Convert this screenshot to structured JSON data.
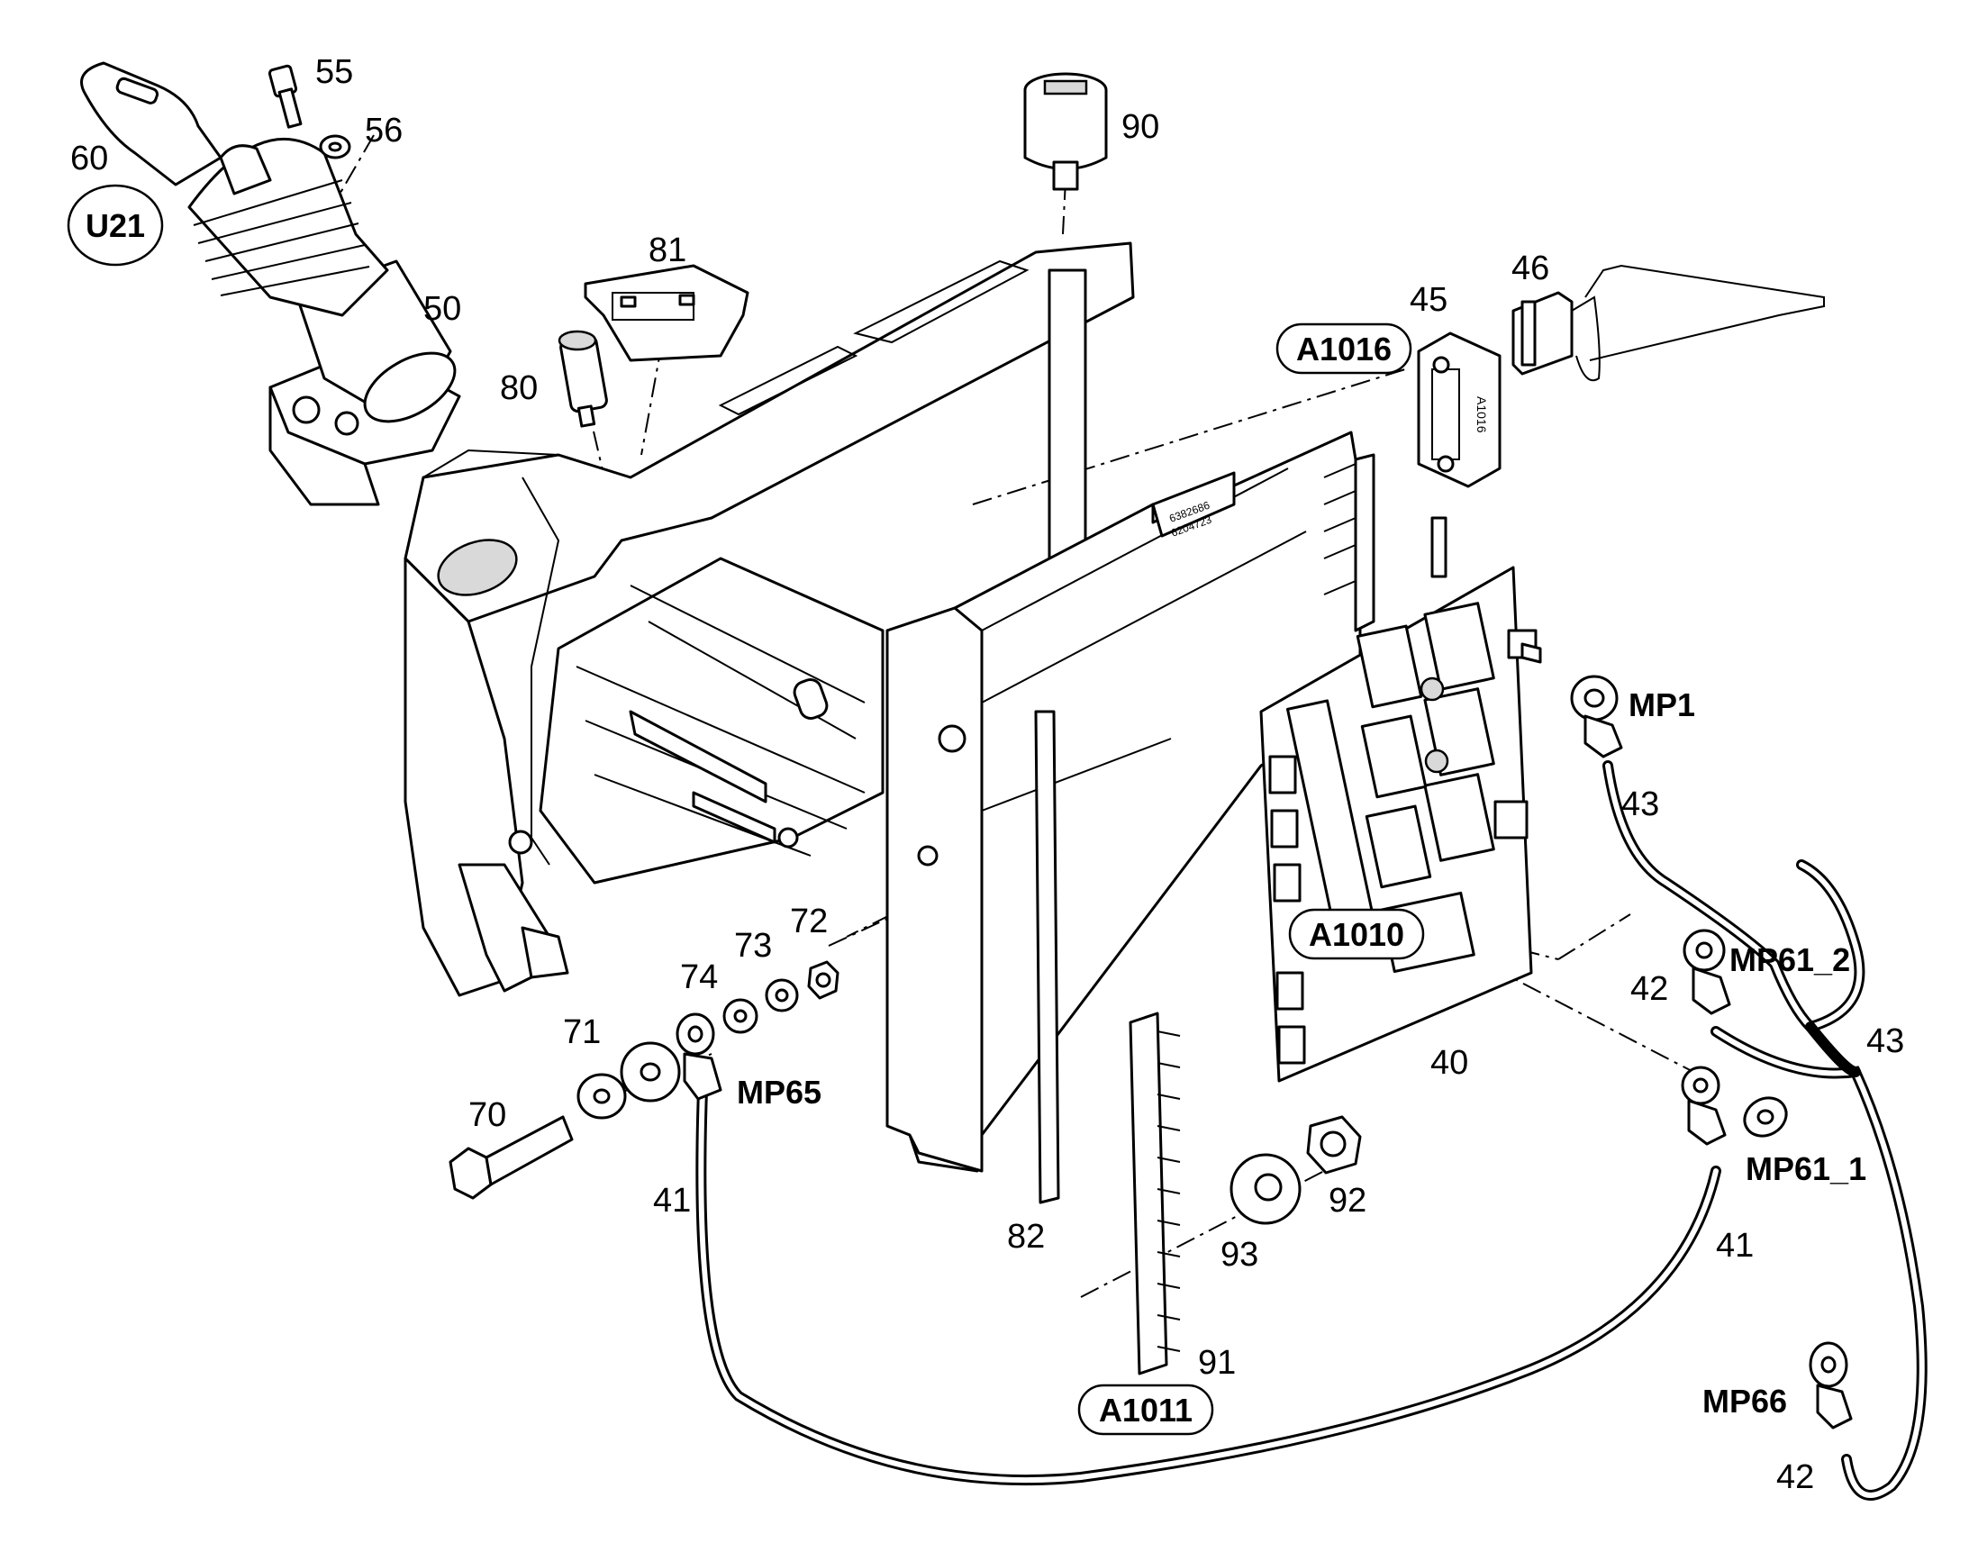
{
  "parts": {
    "p40": "40",
    "p41a": "41",
    "p41b": "41",
    "p42a": "42",
    "p42b": "42",
    "p43a": "43",
    "p43b": "43",
    "p45": "45",
    "p46": "46",
    "p50": "50",
    "p55": "55",
    "p56": "56",
    "p60": "60",
    "p70": "70",
    "p71": "71",
    "p72": "72",
    "p73": "73",
    "p74": "74",
    "p80": "80",
    "p81": "81",
    "p82": "82",
    "p90": "90",
    "p91": "91",
    "p92": "92",
    "p93": "93"
  },
  "refs": {
    "mp1": "MP1",
    "mp61_2": "MP61_2",
    "mp61_1": "MP61_1",
    "mp65": "MP65",
    "mp66": "MP66"
  },
  "callouts": {
    "u21": "U21",
    "a1016": "A1016",
    "a1010": "A1010",
    "a1011": "A1011"
  },
  "board_marks": {
    "frame_code_1": "6382686",
    "frame_code_2": "6204723",
    "connector_code": "A1016"
  }
}
